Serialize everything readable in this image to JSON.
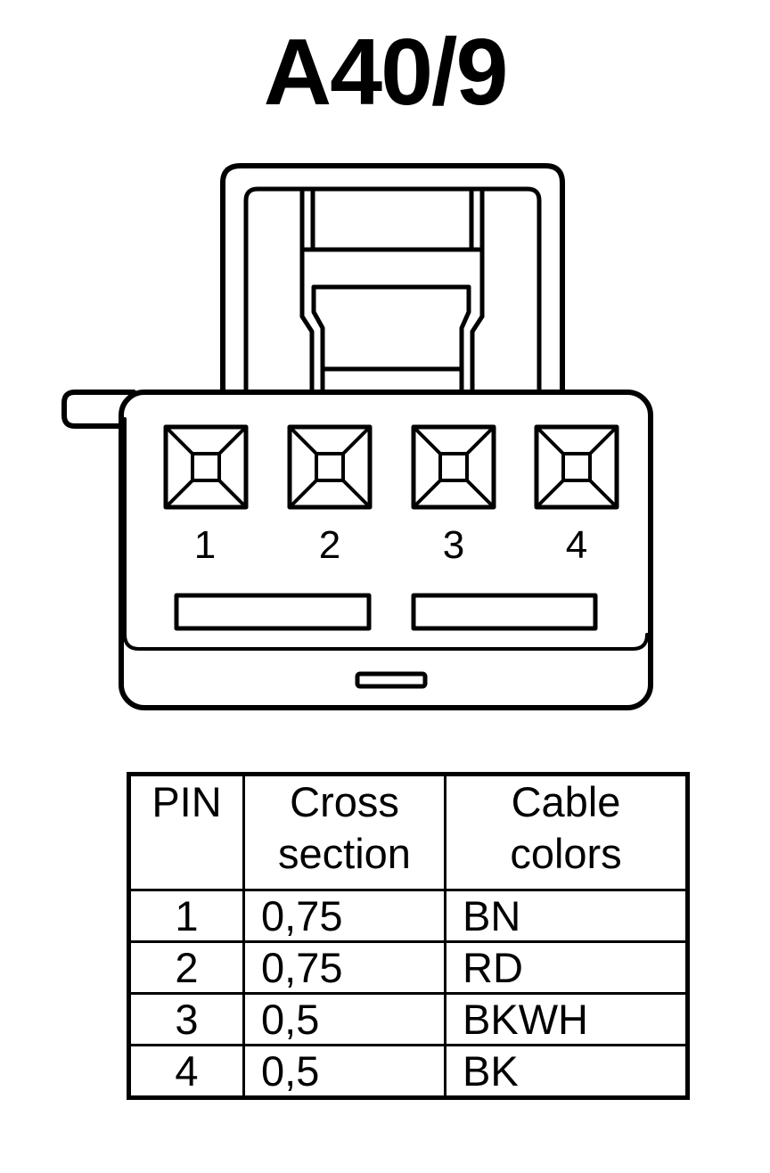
{
  "diagram": {
    "title": "A40/9",
    "pin_labels": [
      "1",
      "2",
      "3",
      "4"
    ]
  },
  "table": {
    "headers": {
      "pin": "PIN",
      "cross_section_line1": "Cross",
      "cross_section_line2": "section",
      "cable_colors_line1": "Cable",
      "cable_colors_line2": "colors"
    },
    "rows": [
      {
        "pin": "1",
        "cross_section": "0,75",
        "color": "BN"
      },
      {
        "pin": "2",
        "cross_section": "0,75",
        "color": "RD"
      },
      {
        "pin": "3",
        "cross_section": "0,5",
        "color": "BKWH"
      },
      {
        "pin": "4",
        "cross_section": "0,5",
        "color": "BK"
      }
    ]
  }
}
